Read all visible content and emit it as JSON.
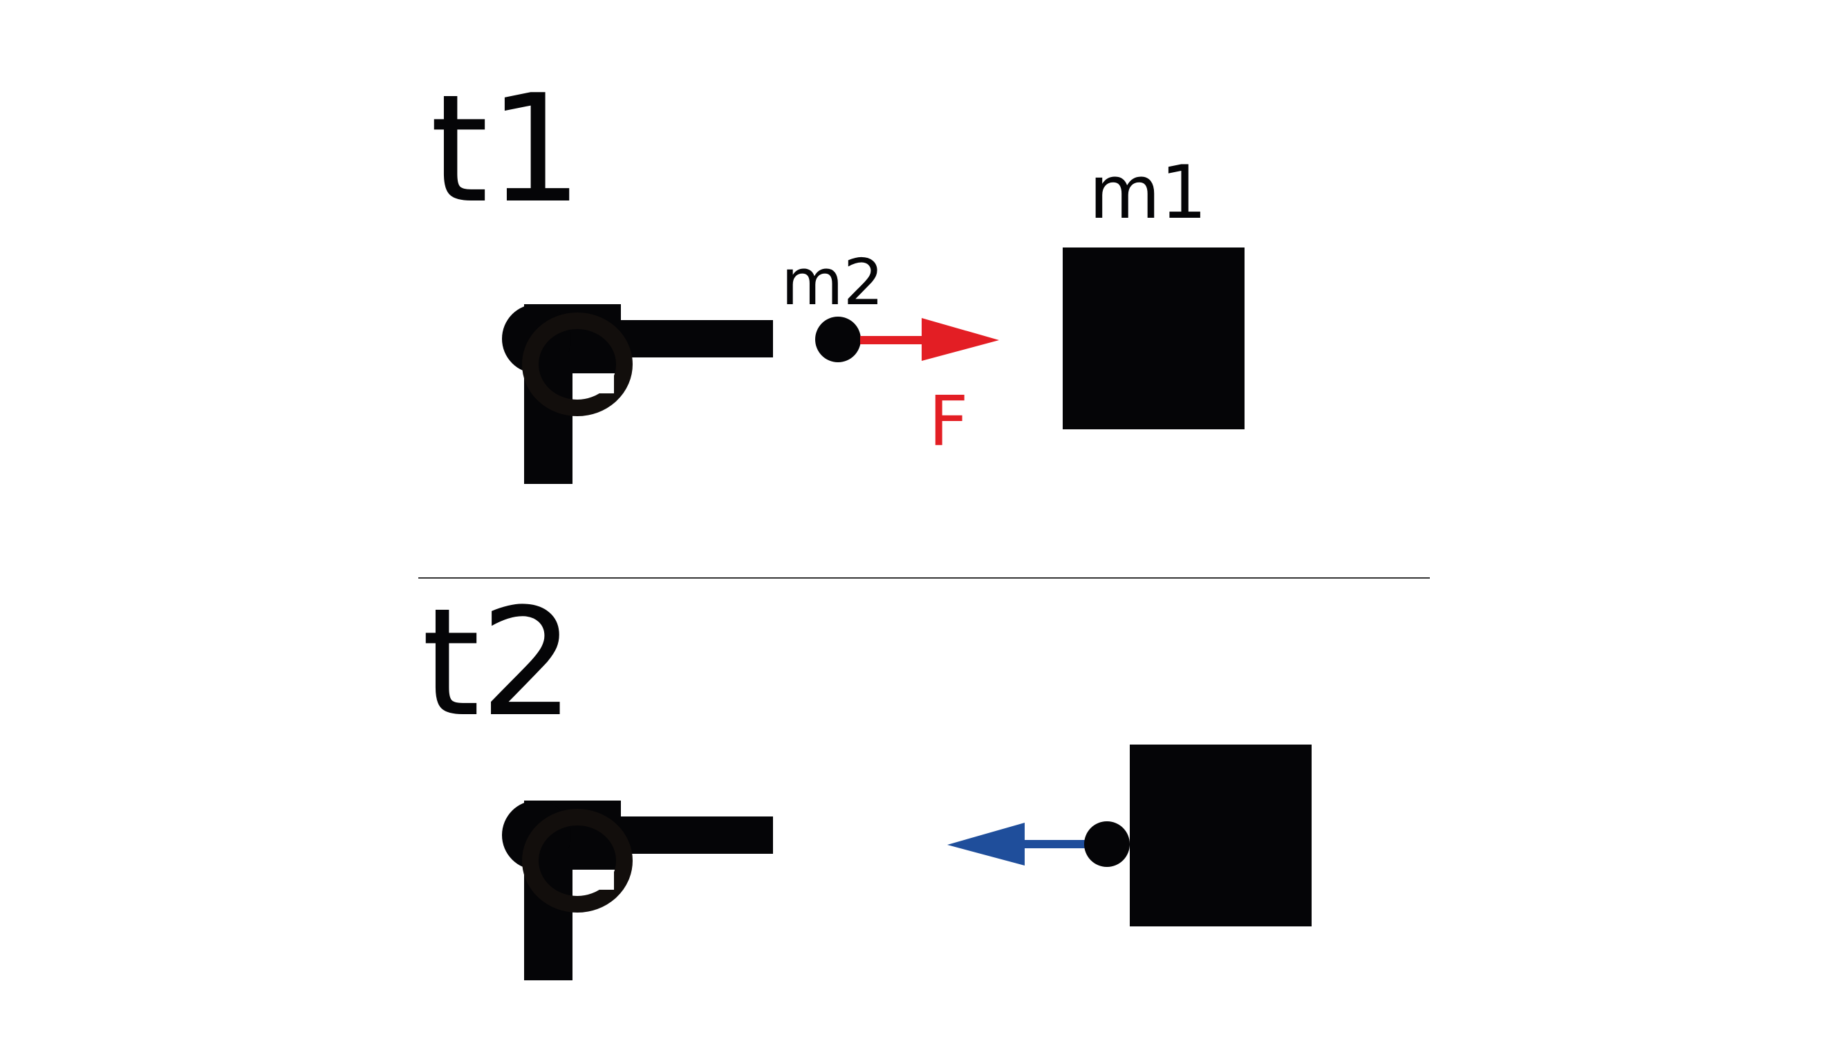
{
  "panels": {
    "top": {
      "time_label": "t1"
    },
    "bottom": {
      "time_label": "t2"
    }
  },
  "labels": {
    "bullet_mass": "m2",
    "block_mass": "m1",
    "force": "F"
  },
  "colors": {
    "ink": "#050507",
    "force_arrow": "#e31e24",
    "rebound_arrow": "#1f4e9b",
    "divider": "#333333",
    "background": "#ffffff"
  },
  "icons": {
    "gun": "gun-icon",
    "bullet": "bullet-icon",
    "block": "block-icon"
  }
}
